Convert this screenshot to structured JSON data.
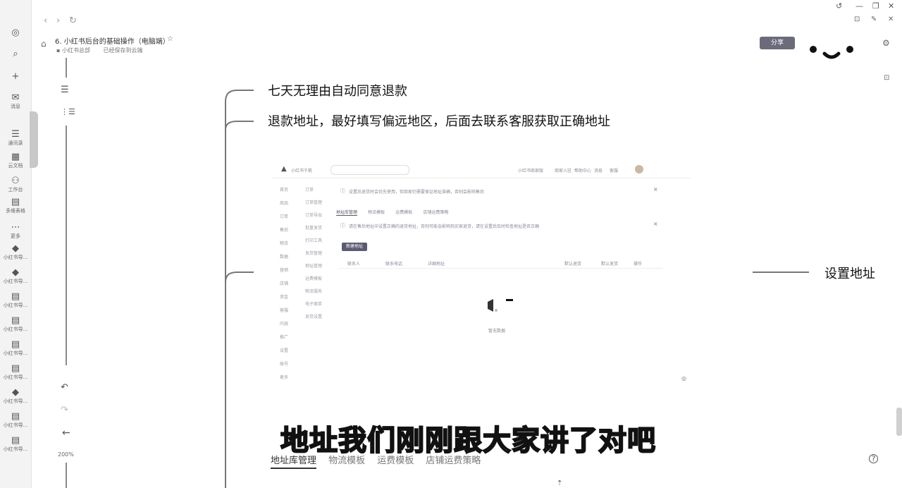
{
  "window": {
    "controls": [
      "↺",
      "—",
      "❐",
      "✕"
    ],
    "secondary_icons": [
      "⊡",
      "✎",
      "✕"
    ]
  },
  "nav": {
    "back": "‹",
    "forward": "›",
    "refresh": "↻"
  },
  "document": {
    "title": "6. 小红书后台的基础操作（电脑端）",
    "breadcrumb_folder": "小红书总部",
    "save_status": "已经保存到云端"
  },
  "rail": {
    "items": [
      {
        "label": "",
        "icon": "◎"
      },
      {
        "label": "",
        "icon": "⌕"
      },
      {
        "label": "",
        "icon": "+"
      },
      {
        "label": "消息",
        "icon": "✉"
      },
      {
        "label": "通讯录",
        "icon": "☰"
      },
      {
        "label": "云文档",
        "icon": "▦"
      },
      {
        "label": "工作台",
        "icon": "⚇"
      },
      {
        "label": "多维表格",
        "icon": "▤"
      },
      {
        "label": "更多",
        "icon": "⋯"
      },
      {
        "label": "小红书导...",
        "icon": "◆"
      },
      {
        "label": "小红书导...",
        "icon": "◆"
      },
      {
        "label": "小红书导...",
        "icon": "▤"
      },
      {
        "label": "小红书导...",
        "icon": "▤"
      },
      {
        "label": "小红书导...",
        "icon": "▤"
      },
      {
        "label": "小红书导...",
        "icon": "▤"
      },
      {
        "label": "小红书导...",
        "icon": "◆"
      },
      {
        "label": "小红书导...",
        "icon": "▤"
      },
      {
        "label": "小红书导...",
        "icon": "▤"
      }
    ]
  },
  "toolbar": {
    "zoom": "200%",
    "outline_icon": "☰",
    "outline2_icon": "⋮☰",
    "undo_icon": "↶",
    "redo_icon": "↷",
    "collapse_icon": "←"
  },
  "mindmap": {
    "node1": "七天无理由自动同意退款",
    "node2": "退款地址，最好填写偏远地区，后面去联系客服获取正确地址",
    "node3": "设置地址"
  },
  "share_button": "分享",
  "embedded_shot": {
    "logo": "小红书千帆",
    "header_items": [
      "小红书商家版",
      "商家入驻",
      "帮助中心",
      "消息",
      "客服"
    ],
    "notice1": "设置后退货时会优先使用，但商家仍需要保证地址准确，否则会影响售后",
    "tabs": [
      "地址库管理",
      "物流模板",
      "运费模板",
      "店铺运费策略"
    ],
    "notice2": "请在售后地址中设置正确的退货地址，否则可能会影响到买家退货，请在设置后及时检查地址是否正确",
    "add_button": "新建地址",
    "columns": [
      "联系人",
      "联系电话",
      "详细地址",
      "默认退货",
      "默认发货",
      "操作"
    ],
    "empty_text": "暂无数据",
    "side_menu": [
      "首页",
      "商品",
      "订单",
      "售后",
      "物流",
      "数据",
      "营销",
      "店铺",
      "资金",
      "客服",
      "内容",
      "推广",
      "设置",
      "账号",
      "更多"
    ],
    "sub_menu": [
      "订单",
      "订单管理",
      "订单导出",
      "批量发货",
      "打印工具",
      "发货管理",
      "地址管理",
      "运费模板",
      "物流服务",
      "电子面单",
      "发货设置"
    ]
  },
  "subtitle": "地址我们刚刚跟大家讲了对吧",
  "bottom_tabs": [
    "地址库管理",
    "物流模板",
    "运费模板",
    "店铺运费策略"
  ],
  "help_icon": "?"
}
